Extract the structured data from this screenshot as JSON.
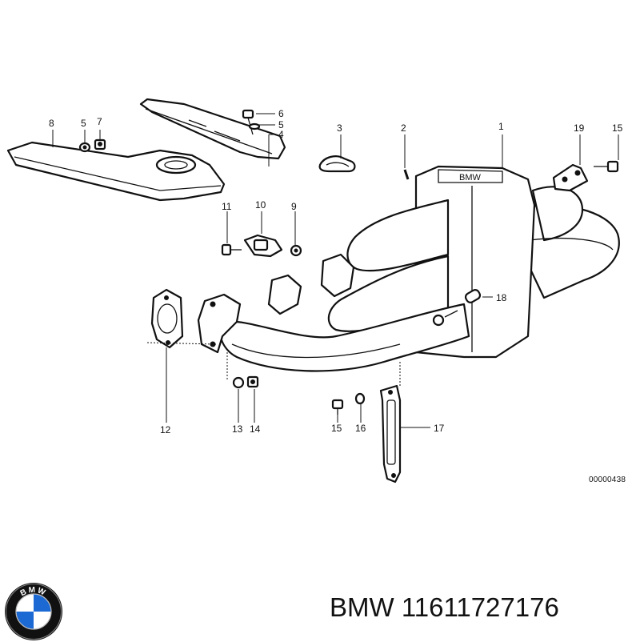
{
  "diagram": {
    "callouts": {
      "c1": "1",
      "c2": "2",
      "c3": "3",
      "c4": "4",
      "c5a": "5",
      "c5b": "5",
      "c6": "6",
      "c7": "7",
      "c8": "8",
      "c9": "9",
      "c10": "10",
      "c11": "11",
      "c12": "12",
      "c13": "13",
      "c14": "14",
      "c15a": "15",
      "c15b": "15",
      "c16": "16",
      "c17": "17",
      "c18": "18",
      "c19": "19"
    },
    "reference_code": "00000438"
  },
  "footer": {
    "brand": "BMW",
    "part_number": "11611727176",
    "logo_icon": "bmw-roundel-icon",
    "logo_letters": "BMW",
    "logo_colors": {
      "blue": "#1c69d4",
      "black": "#111111",
      "white": "#ffffff"
    }
  }
}
